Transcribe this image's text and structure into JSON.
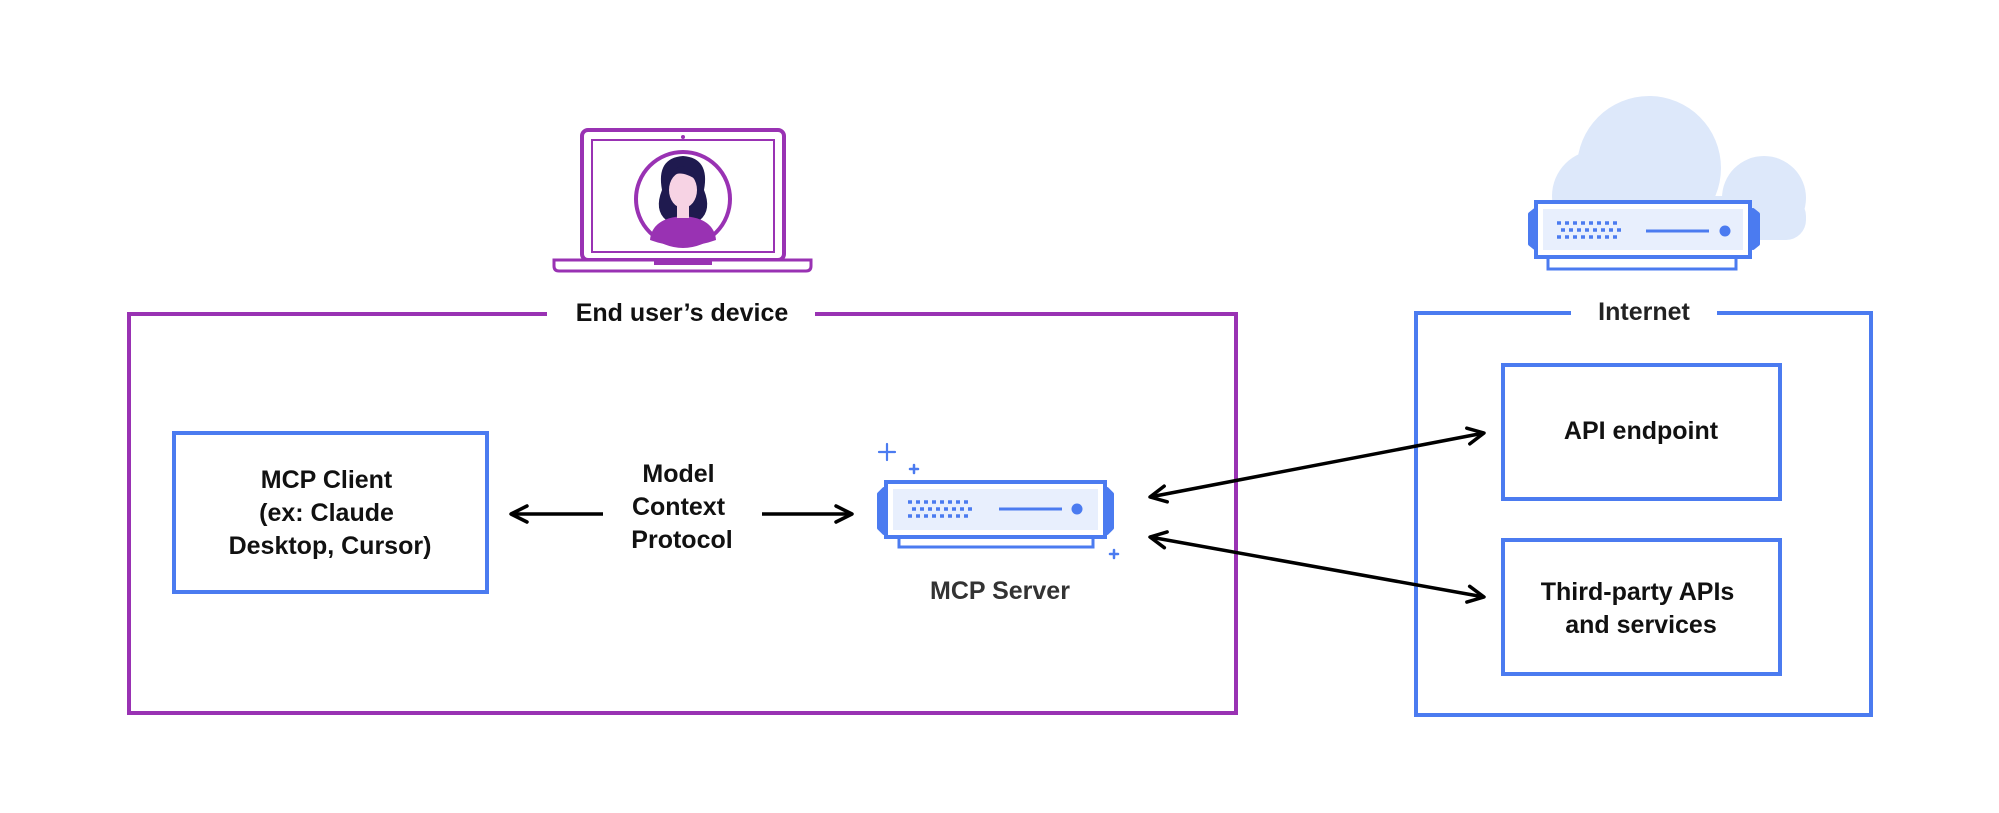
{
  "colors": {
    "purple": "#9932b3",
    "blue": "#4b7bf0",
    "light_blue_fill": "#e8effd",
    "cloud_fill": "#dde8fa",
    "text": "#111111",
    "server_text": "#333333",
    "arrow": "#000000",
    "skin": "#f7d3e4",
    "hair": "#1f1a4f"
  },
  "end_user_device": {
    "label": "End user’s device",
    "icon": "laptop-user-icon"
  },
  "mcp_client": {
    "lines": [
      "MCP Client",
      "(ex: Claude",
      "Desktop, Cursor)"
    ]
  },
  "protocol": {
    "lines": [
      "Model",
      "Context",
      "Protocol"
    ]
  },
  "mcp_server": {
    "label": "MCP Server",
    "icon": "server-icon"
  },
  "internet": {
    "label": "Internet",
    "icon": "cloud-server-icon"
  },
  "api_endpoint": {
    "label": "API endpoint"
  },
  "third_party": {
    "lines": [
      "Third-party APIs",
      "and services"
    ]
  }
}
